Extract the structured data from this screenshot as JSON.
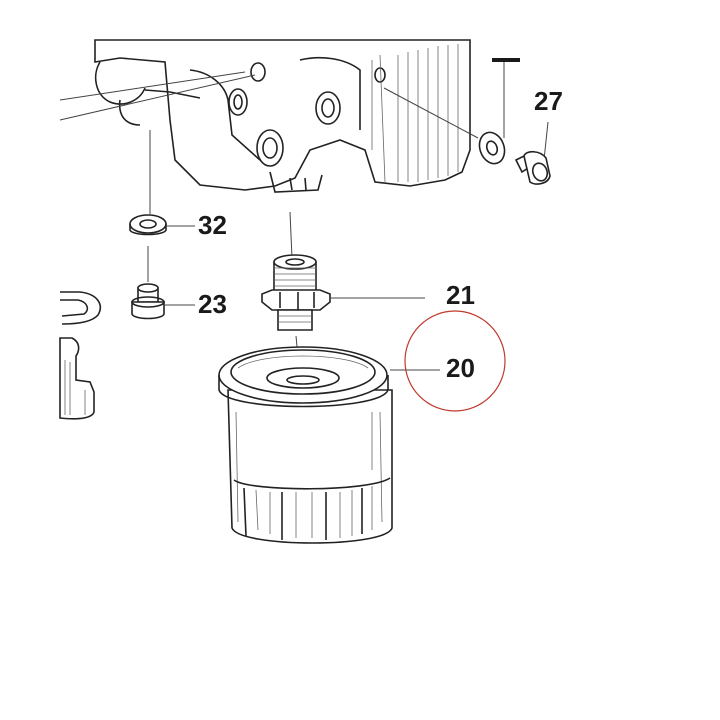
{
  "parts": [
    {
      "id": "part-27",
      "label": "27"
    },
    {
      "id": "part-32",
      "label": "32"
    },
    {
      "id": "part-23",
      "label": "23"
    },
    {
      "id": "part-21",
      "label": "21"
    },
    {
      "id": "part-20",
      "label": "20"
    }
  ],
  "highlight": {
    "target": "20",
    "color": "#c0392b"
  },
  "colors": {
    "ink": "#222222",
    "background": "#ffffff"
  }
}
